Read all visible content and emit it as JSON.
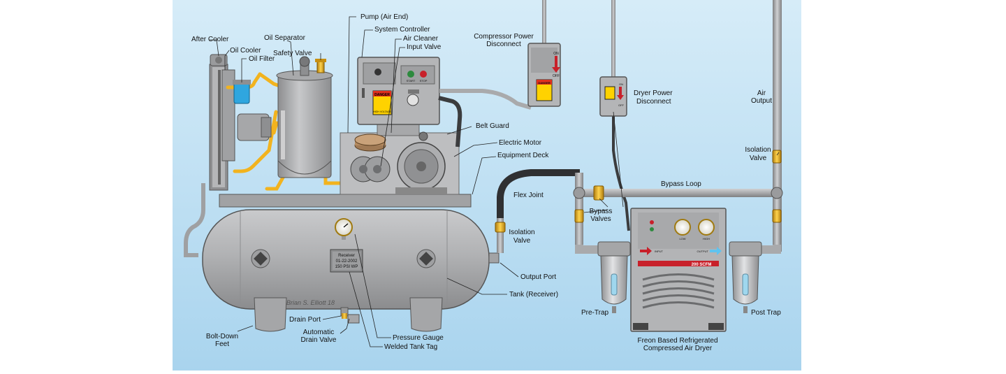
{
  "labels": {
    "after_cooler": "After Cooler",
    "oil_cooler": "Oil Cooler",
    "oil_filter": "Oil Filter",
    "oil_separator": "Oil Separator",
    "safety_valve": "Safety Valve",
    "pump_air_end": "Pump (Air End)",
    "system_controller": "System Controller",
    "air_cleaner": "Air Cleaner",
    "input_valve": "Input Valve",
    "compressor_power_disconnect": [
      "Compressor Power",
      "Disconnect"
    ],
    "dryer_power_disconnect": [
      "Dryer Power",
      "Disconnect"
    ],
    "air_output": [
      "Air",
      "Output"
    ],
    "belt_guard": "Belt Guard",
    "electric_motor": "Electric Motor",
    "equipment_deck": "Equipment Deck",
    "isolation_valve_top": [
      "Isolation",
      "Valve"
    ],
    "bypass_loop": "Bypass Loop",
    "flex_joint": "Flex Joint",
    "bypass_valves": [
      "Bypass",
      "Valves"
    ],
    "isolation_valve_left": [
      "Isolation",
      "Valve"
    ],
    "output_port": "Output Port",
    "tank_receiver": "Tank (Receiver)",
    "pre_trap": "Pre-Trap",
    "post_trap": "Post Trap",
    "bolt_down_feet": [
      "Bolt-Down",
      "Feet"
    ],
    "drain_port": "Drain Port",
    "automatic_drain_valve": [
      "Automatic",
      "Drain Valve"
    ],
    "pressure_gauge": "Pressure Gauge",
    "welded_tank_tag": "Welded Tank Tag",
    "dryer_caption": [
      "Freon Based Refrigerated",
      "Compressed Air Dryer"
    ]
  },
  "equipment_text": {
    "tank_tag": [
      "Receiver",
      "01-22-2002",
      "150 PSI WP"
    ],
    "signature": "Brian S. Elliott 18",
    "danger": "DANGER",
    "high_voltage": "HIGH VOLTAGE",
    "on": "ON",
    "off": "OFF",
    "start": "START",
    "stop": "STOP",
    "dryer_model": "200 SCFM",
    "dryer_input": "INPUT",
    "dryer_output": "OUTPUT",
    "gauge_low": "LOW",
    "gauge_high": "HIGH"
  },
  "colors": {
    "background_top": "#d6ecf8",
    "background_bottom": "#a9d4ee",
    "equipment_gray": "#a9aaac",
    "pipe": "#b8b9bb",
    "oil_line": "#f2b31e",
    "danger_yellow": "#ffd200",
    "arrow_red": "#c8202a"
  }
}
